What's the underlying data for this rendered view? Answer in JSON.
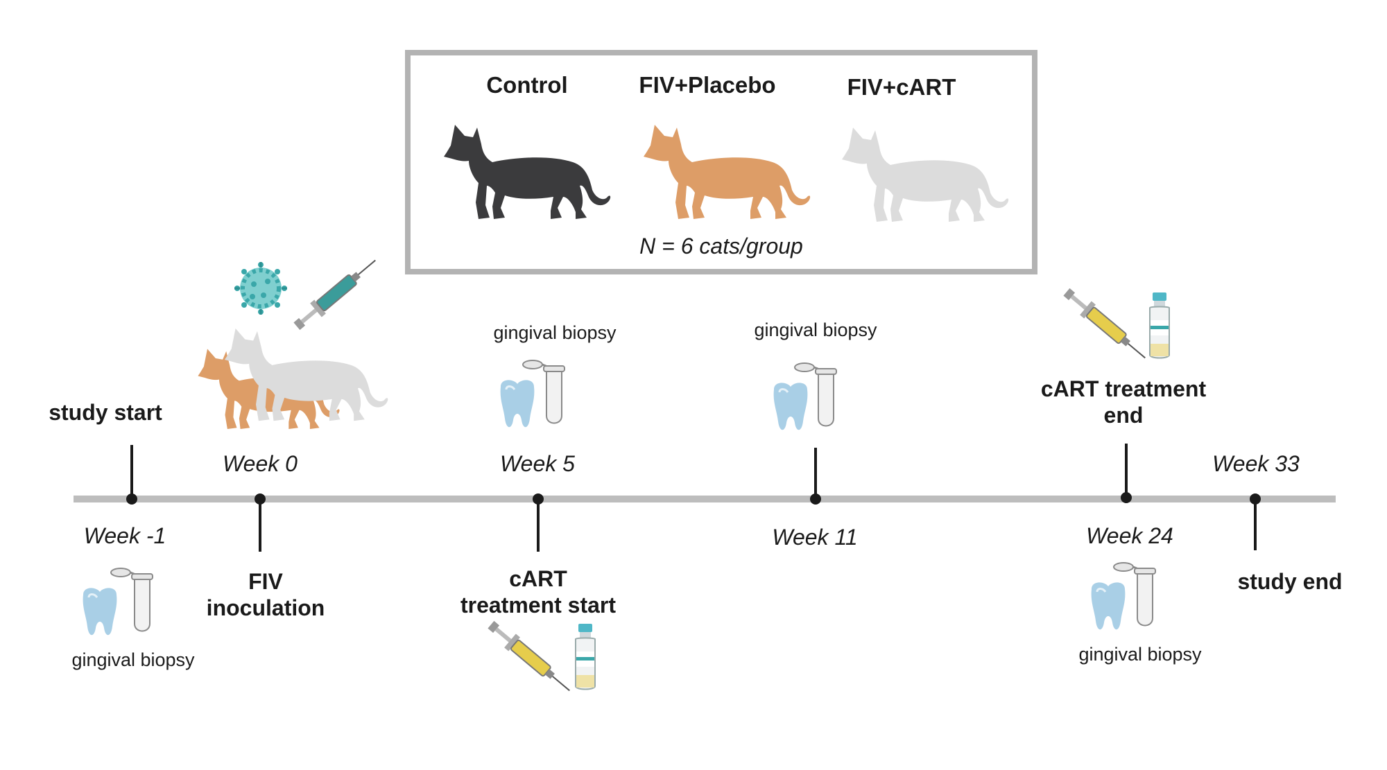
{
  "groups": {
    "control": "Control",
    "placebo": "FIV+Placebo",
    "cart": "FIV+cART",
    "n_label": "N = 6 cats/group"
  },
  "timeline": {
    "week_minus1": "Week -1",
    "week0": "Week 0",
    "week5": "Week 5",
    "week11": "Week 11",
    "week24": "Week 24",
    "week33": "Week 33",
    "study_start": "study start",
    "fiv_line1": "FIV",
    "fiv_line2": "inoculation",
    "cart_start_line1": "cART",
    "cart_start_line2": "treatment start",
    "cart_end_line1": "cART treatment",
    "cart_end_line2": "end",
    "study_end": "study end",
    "biopsy": "gingival biopsy"
  },
  "colors": {
    "axis": "#bdbdbd",
    "tick": "#1a1a1a",
    "box_border": "#b3b3b3",
    "cat_black": "#3b3b3d",
    "cat_orange": "#dd9d67",
    "cat_white": "#dcdcdc",
    "tooth": "#a9cfe6",
    "virus": "#3aa7a9",
    "syringe_teal": "#3b9c9a",
    "syringe_yellow": "#e6cd4c"
  },
  "icons": [
    "cat-icon",
    "virus-icon",
    "syringe-icon",
    "vial-icon",
    "tooth-icon",
    "tube-icon"
  ]
}
